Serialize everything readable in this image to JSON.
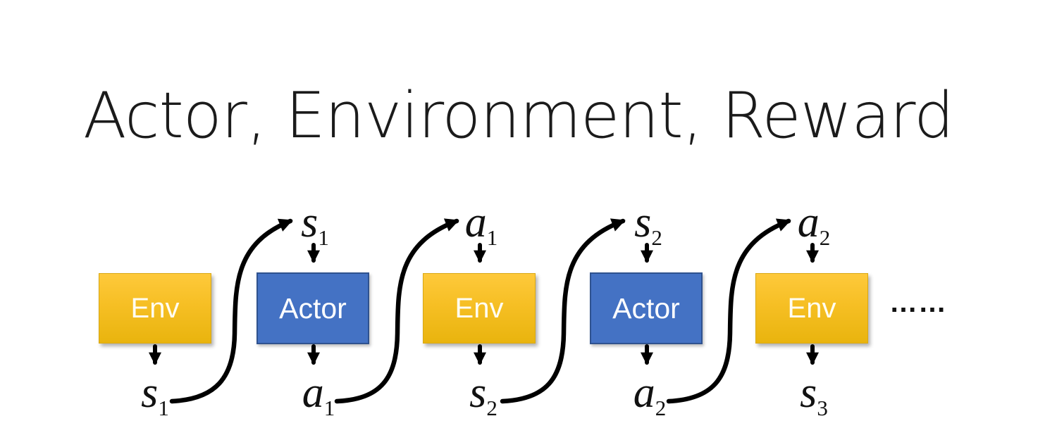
{
  "title": "Actor, Environment, Reward",
  "boxes": [
    {
      "label": "Env",
      "type": "env"
    },
    {
      "label": "Actor",
      "type": "actor"
    },
    {
      "label": "Env",
      "type": "env"
    },
    {
      "label": "Actor",
      "type": "actor"
    },
    {
      "label": "Env",
      "type": "env"
    }
  ],
  "top_labels": [
    {
      "base": "s",
      "sub": "1"
    },
    {
      "base": "a",
      "sub": "1"
    },
    {
      "base": "s",
      "sub": "2"
    },
    {
      "base": "a",
      "sub": "2"
    }
  ],
  "bottom_labels": [
    {
      "base": "s",
      "sub": "1"
    },
    {
      "base": "a",
      "sub": "1"
    },
    {
      "base": "s",
      "sub": "2"
    },
    {
      "base": "a",
      "sub": "2"
    },
    {
      "base": "s",
      "sub": "3"
    }
  ],
  "ellipsis": "……",
  "colors": {
    "env_gradient_top": "#FEC93B",
    "env_gradient_bottom": "#E9B40E",
    "env_border": "#D9A814",
    "env_text": "#FFFDF2",
    "actor_fill": "#4472C4",
    "actor_border": "#2F528F",
    "actor_text": "#FFFFFF",
    "arrow": "#000000",
    "title_text": "#1B1B1B"
  }
}
